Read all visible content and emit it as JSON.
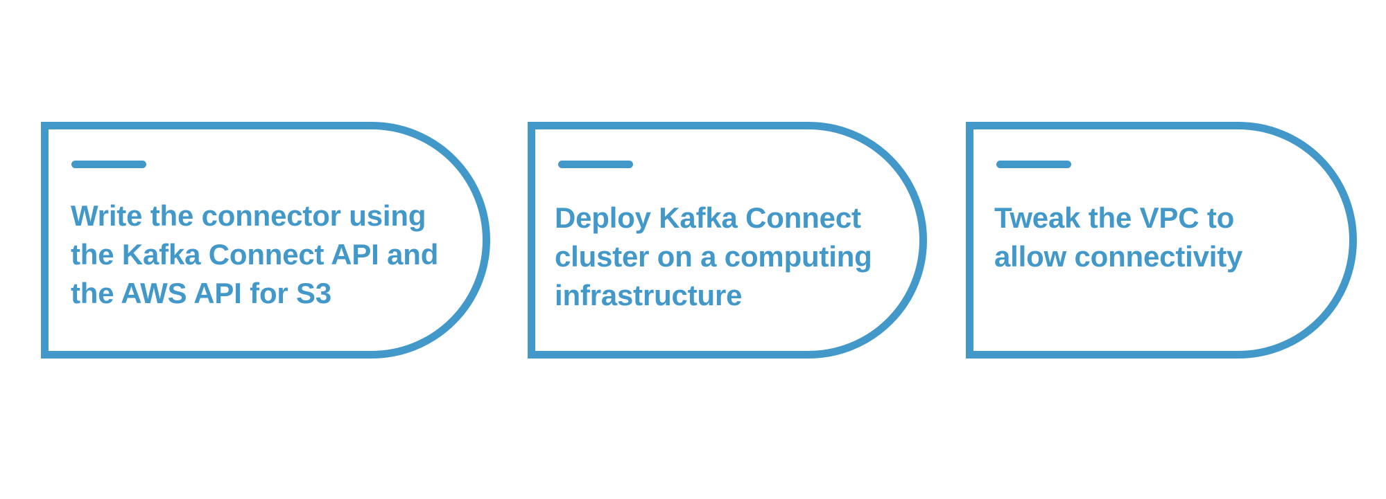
{
  "colors": {
    "accent": "#4398ca",
    "background": "#ffffff"
  },
  "steps": [
    {
      "text": "Write the connector using\nthe Kafka Connect API and\nthe AWS API for S3"
    },
    {
      "text": "Deploy Kafka Connect\ncluster on a computing\ninfrastructure"
    },
    {
      "text": "Tweak the VPC to\nallow connectivity"
    }
  ]
}
